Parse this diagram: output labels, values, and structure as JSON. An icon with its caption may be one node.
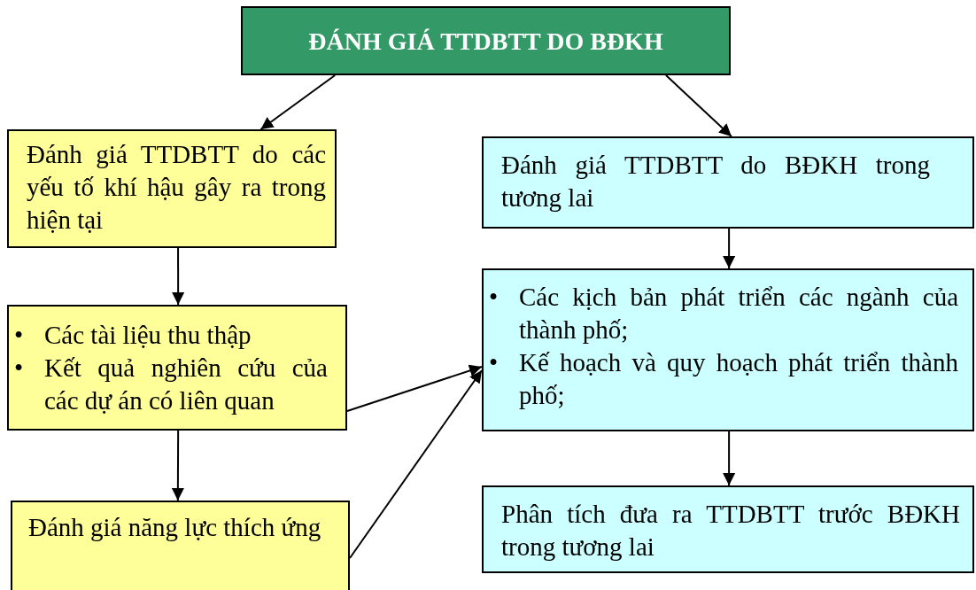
{
  "diagram": {
    "nodes": [
      {
        "text": [
          "ĐÁNH GIÁ TTDBTT DO BĐKH"
        ]
      },
      {
        "text": [
          "Đánh giá TTDBTT do các yếu tố khí hậu gây ra trong hiện tại"
        ]
      },
      {
        "text": [
          "• Các tài liệu thu thập",
          "• Kết quả nghiên cứu của các dự án có liên quan"
        ]
      },
      {
        "text": [
          "Đánh giá năng lực thích ứng"
        ]
      },
      {
        "text": [
          "Đánh giá TTDBTT do BĐKH trong tương lai"
        ]
      },
      {
        "text": [
          "• Các kịch bản phát triển các ngành của thành phố;",
          "• Kế hoạch và quy hoạch phát triển thành phố;"
        ]
      },
      {
        "text": [
          "Phân tích đưa ra TTDBTT trước BĐKH trong tương lai"
        ]
      }
    ],
    "edges": [
      {
        "from": 0,
        "to": 1,
        "arrow": "to"
      },
      {
        "from": 0,
        "to": 4,
        "arrow": "to"
      },
      {
        "from": 1,
        "to": 2,
        "arrow": "to"
      },
      {
        "from": 2,
        "to": 3,
        "arrow": "to"
      },
      {
        "from": 4,
        "to": 5,
        "arrow": "to"
      },
      {
        "from": 5,
        "to": 6,
        "arrow": "to"
      },
      {
        "from": 2,
        "to": 5,
        "arrow": "to"
      },
      {
        "from": 3,
        "to": 5,
        "arrow": "to"
      }
    ]
  }
}
